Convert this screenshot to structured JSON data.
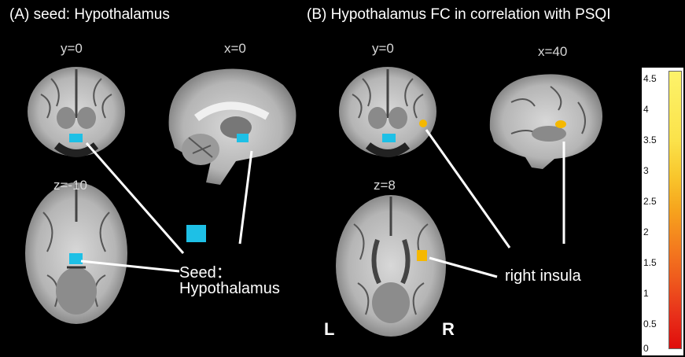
{
  "panels": {
    "a_title": "(A) seed: Hypothalamus",
    "b_title": "(B) Hypothalamus FC in correlation with PSQI"
  },
  "coords": {
    "a_coronal": "y=0",
    "a_sagittal": "x=0",
    "a_axial": "z=-10",
    "b_coronal": "y=0",
    "b_sagittal": "x=40",
    "b_axial": "z=8"
  },
  "labels": {
    "seed_line1": "Seed：",
    "seed_line2": "Hypothalamus",
    "right_insula": "right insula",
    "left": "L",
    "right": "R"
  },
  "colorbar": {
    "ticks": [
      "4.5",
      "4",
      "3.5",
      "3",
      "2.5",
      "2",
      "1.5",
      "1",
      "0.5",
      "0"
    ]
  },
  "colors": {
    "seed": "#1ec0e6",
    "cluster": "#f5b800"
  }
}
